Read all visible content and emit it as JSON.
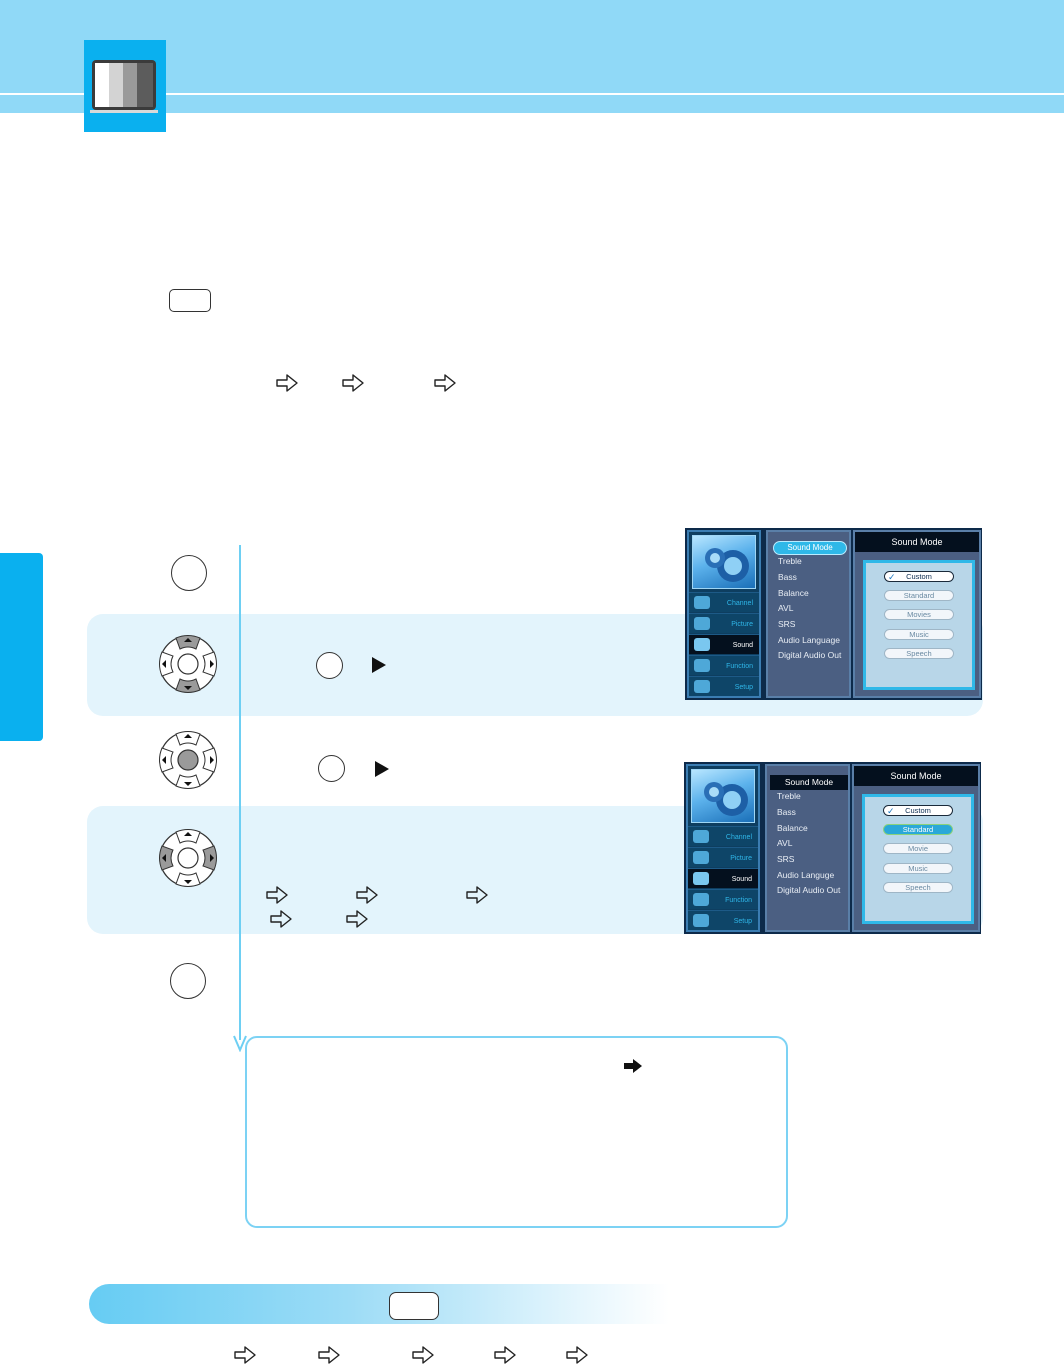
{
  "osd_1": {
    "nav": [
      "Channel",
      "Picture",
      "Sound",
      "Function",
      "Setup"
    ],
    "active_nav": "Sound",
    "menu": [
      "Sound Mode",
      "Treble",
      "Bass",
      "Balance",
      "AVL",
      "SRS",
      "Audio Language",
      "Digital Audio Out"
    ],
    "title": "Sound Mode",
    "options": [
      "Custom",
      "Standard",
      "Movies",
      "Music",
      "Speech"
    ]
  },
  "osd_2": {
    "nav": [
      "Channel",
      "Picture",
      "Sound",
      "Function",
      "Setup"
    ],
    "active_nav": "Sound",
    "menu": [
      "Sound Mode",
      "Treble",
      "Bass",
      "Balance",
      "AVL",
      "SRS",
      "Audio Languge",
      "Digital Audio Out"
    ],
    "title": "Sound Mode",
    "options": [
      "Custom",
      "Standard",
      "Movie",
      "Music",
      "Speech"
    ]
  },
  "icons": {
    "header": "tv-picture-icon",
    "arrow": "outline-arrow-icon",
    "dpad": "dpad-icon",
    "triangle": "play-triangle-icon"
  },
  "colors": {
    "header": "#90d9f7",
    "accent": "#0ab0ef",
    "band": "#e3f4fc",
    "line": "#6ecff3"
  }
}
